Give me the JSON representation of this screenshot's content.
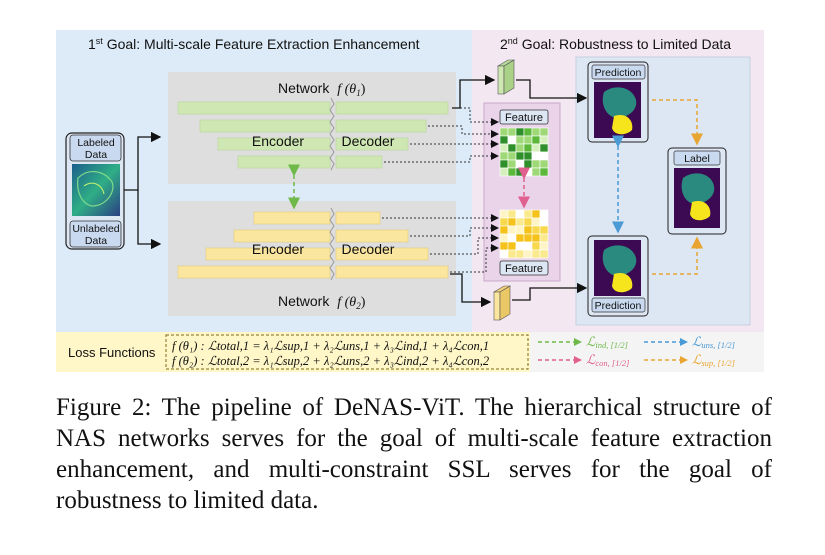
{
  "goals": {
    "goal1": {
      "superscript": "st",
      "number": "1",
      "text": " Goal: Multi-scale Feature Extraction Enhancement"
    },
    "goal2": {
      "superscript": "nd",
      "number": "2",
      "text": " Goal: Robustness to Limited Data"
    }
  },
  "inputs": {
    "labeled": [
      "Labeled",
      "Data"
    ],
    "unlabeled": [
      "Unlabeled",
      "Data"
    ]
  },
  "networks": {
    "net1": {
      "label": "Network",
      "func": "f (θ",
      "sub": "1",
      "close": ")"
    },
    "net2": {
      "label": "Network",
      "func": "f (θ",
      "sub": "2",
      "close": ")"
    },
    "encoder": "Encoder",
    "decoder": "Decoder"
  },
  "features": {
    "top": "Feature",
    "bottom": "Feature"
  },
  "predictions": {
    "top": "Prediction",
    "bottom": "Prediction"
  },
  "label_box": "Label",
  "loss": {
    "title": "Loss Functions",
    "line1": "f (θ₁) : ℒtotal,1 = λ₁ℒsup,1 + λ₂ℒuns,1 + λ₃ℒind,1 + λ₄ℒcon,1",
    "line2": "f (θ₂) : ℒtotal,2 = λ₁ℒsup,2 + λ₂ℒuns,2 + λ₃ℒind,2 + λ₄ℒcon,2",
    "legend": [
      {
        "name": "ℒ",
        "sub": "ind, [1/2]",
        "color": "#6fb94a"
      },
      {
        "name": "ℒ",
        "sub": "uns, [1/2]",
        "color": "#4a9ad6"
      },
      {
        "name": "ℒ",
        "sub": "con, [1/2]",
        "color": "#e0608f"
      },
      {
        "name": "ℒ",
        "sub": "sup, [1/2]",
        "color": "#e8a531"
      }
    ]
  },
  "colors": {
    "left_panel": "#dcebf7",
    "right_panel": "#f3e8f1",
    "inner_panel": "#dde6f3",
    "green_layer": "#cfe8b3",
    "yellow_layer": "#fbe6a0",
    "loss_panel": "#fff7c8"
  },
  "caption": "Figure 2: The pipeline of DeNAS-ViT. The hierarchical structure of NAS networks serves for the goal of multi-scale feature extraction enhancement, and multi-constraint SSL serves for the goal of robustness to limited data."
}
